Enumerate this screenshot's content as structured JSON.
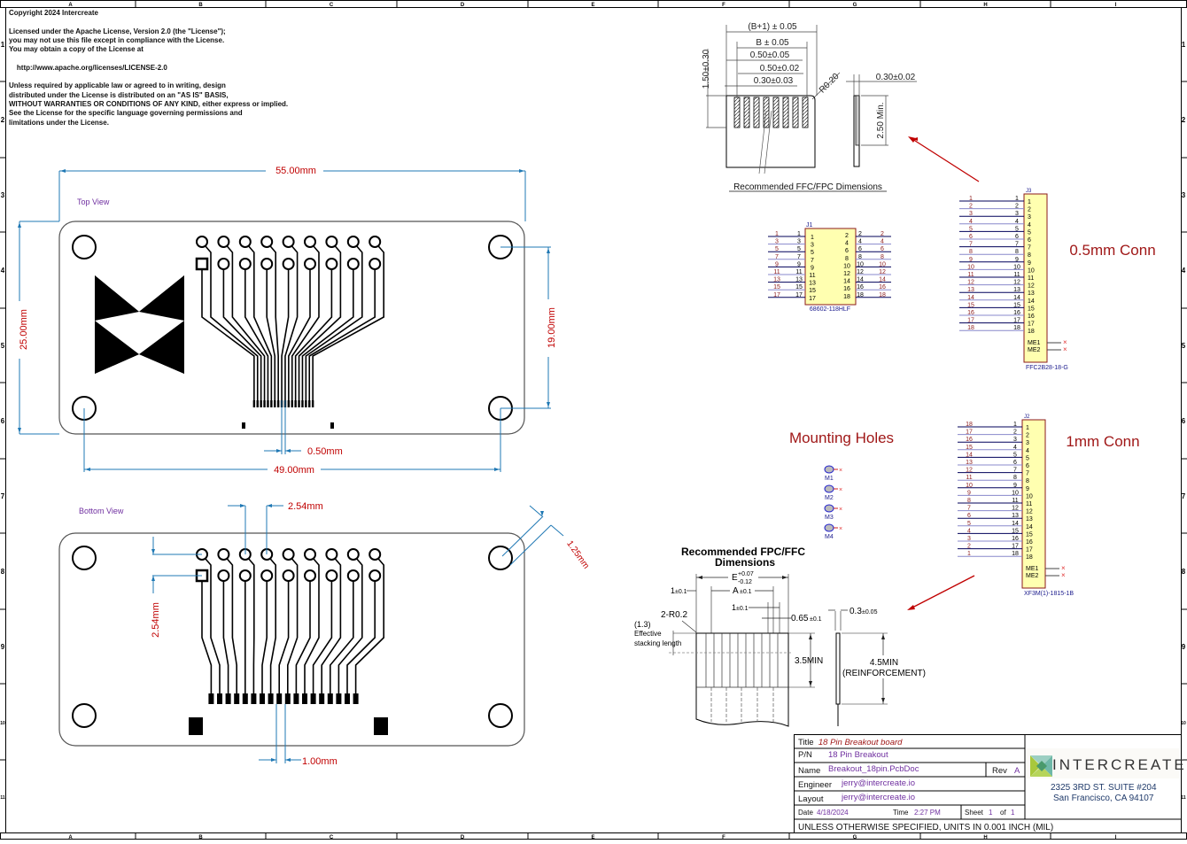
{
  "frame": {
    "columns": [
      "A",
      "B",
      "C",
      "D",
      "E",
      "F",
      "G",
      "H",
      "I"
    ],
    "rows": [
      "1",
      "2",
      "3",
      "4",
      "5",
      "6",
      "7",
      "8",
      "9",
      "10",
      "11"
    ]
  },
  "license": {
    "lines": [
      "Copyright 2024 Intercreate",
      "",
      "Licensed under the Apache License, Version 2.0 (the \"License\");",
      "you may not use this file except in compliance with the License.",
      "You may obtain a copy of the License at",
      "",
      "    http://www.apache.org/licenses/LICENSE-2.0",
      "",
      "Unless required by applicable law or agreed to in writing, design",
      "distributed under the License is distributed on an \"AS IS\" BASIS,",
      "WITHOUT WARRANTIES OR CONDITIONS OF ANY KIND, either express or implied.",
      "See the License for the specific language governing permissions and",
      "limitations under the License."
    ]
  },
  "top_view": {
    "label": "Top View",
    "width_dim": "55.00mm",
    "height_dim": "25.00mm",
    "hole_span_v": "19.00mm",
    "pitch_fpc": "0.50mm",
    "hole_span_h": "49.00mm",
    "header_pins_per_row": 9
  },
  "bottom_view": {
    "label": "Bottom View",
    "pitch_h": "2.54mm",
    "pitch_v": "2.54mm",
    "corner_radius": "1.25mm",
    "pitch_fpc": "1.00mm",
    "fpc_pads": 18
  },
  "ffc_dims_top": {
    "title": "Recommended FFC/FPC Dimensions",
    "dims": [
      "(B+1) ± 0.05",
      "B ± 0.05",
      "0.50±0.05",
      "0.50±0.02",
      "0.30±0.03",
      "1.50±0.30",
      "R0.20",
      "0.30±0.02",
      "2.50 Min."
    ]
  },
  "ffc_dims_bottom": {
    "title_line1": "Recommended FPC/FFC",
    "title_line2": "Dimensions",
    "e_dim": "E",
    "e_tol_plus": "+0.07",
    "e_tol_minus": "-0.12",
    "a_dim": "A",
    "a_tol": "±0.1",
    "one_a": "1",
    "one_a_tol": "±0.1",
    "one_b": "1",
    "one_b_tol": "±0.1",
    "d065": "0.65",
    "d065_tol": "±0.1",
    "d03": "0.3",
    "d03_tol": "±0.05",
    "radius": "2-R0.2",
    "stack_val": "(1.3)",
    "stack_l1": "Effective",
    "stack_l2": "stacking length",
    "min35": "3.5MIN",
    "min45": "4.5MIN",
    "reinforcement": "(REINFORCEMENT)"
  },
  "j1": {
    "ref": "J1",
    "part": "68602-118HLF",
    "left_pins": [
      "1",
      "3",
      "5",
      "7",
      "9",
      "11",
      "13",
      "15",
      "17"
    ],
    "right_pins": [
      "2",
      "4",
      "6",
      "8",
      "10",
      "12",
      "14",
      "16",
      "18"
    ]
  },
  "j3": {
    "ref": "J3",
    "part": "FFC2B28-18-G",
    "label": "0.5mm Conn",
    "nets": [
      "1",
      "2",
      "3",
      "4",
      "5",
      "6",
      "7",
      "8",
      "9",
      "10",
      "11",
      "12",
      "13",
      "14",
      "15",
      "16",
      "17",
      "18"
    ],
    "pins": [
      "1",
      "2",
      "3",
      "4",
      "5",
      "6",
      "7",
      "8",
      "9",
      "10",
      "11",
      "12",
      "13",
      "14",
      "15",
      "16",
      "17",
      "18"
    ],
    "me": [
      "ME1",
      "ME2"
    ]
  },
  "j2": {
    "ref": "J2",
    "part": "XF3M(1)-1815-1B",
    "label": "1mm Conn",
    "nets": [
      "18",
      "17",
      "16",
      "15",
      "14",
      "13",
      "12",
      "11",
      "10",
      "9",
      "8",
      "7",
      "6",
      "5",
      "4",
      "3",
      "2",
      "1"
    ],
    "pins": [
      "1",
      "2",
      "3",
      "4",
      "5",
      "6",
      "7",
      "8",
      "9",
      "10",
      "11",
      "12",
      "13",
      "14",
      "15",
      "16",
      "17",
      "18"
    ],
    "me": [
      "ME1",
      "ME2"
    ]
  },
  "mounting": {
    "label": "Mounting Holes",
    "holes": [
      "M1",
      "M2",
      "M3",
      "M4"
    ]
  },
  "title_block": {
    "title_label": "Title",
    "title": "18 Pin Breakout board",
    "pn_label": "P/N",
    "pn": "18 Pin Breakout",
    "name_label": "Name",
    "name": "Breakout_18pin.PcbDoc",
    "rev_label": "Rev",
    "rev": "A",
    "engineer_label": "Engineer",
    "engineer": "jerry@intercreate.io",
    "layout_label": "Layout",
    "layout": "jerry@intercreate.io",
    "date_label": "Date",
    "date": "4/18/2024",
    "time_label": "Time",
    "time": "2:27 PM",
    "sheet_label": "Sheet",
    "sheet": "1",
    "of_label": "of",
    "sheet_total": "1",
    "company": "INTERCREATE",
    "address1": "2325 3RD ST. SUITE #204",
    "address2": "San Francisco, CA 94107",
    "units_note": "UNLESS OTHERWISE SPECIFIED, UNITS IN 0.001 INCH (MIL)"
  },
  "colors": {
    "dim_line": "#1f78b4",
    "dim_text": "#c00000",
    "view_label": "#7030a0",
    "schematic_body": "#ffffb0",
    "schematic_border": "#8b1a1a",
    "net_line": "#00005a",
    "arrow": "#c00000",
    "logo_green": "#a8c83c",
    "logo_teal": "#6fb8a8"
  }
}
